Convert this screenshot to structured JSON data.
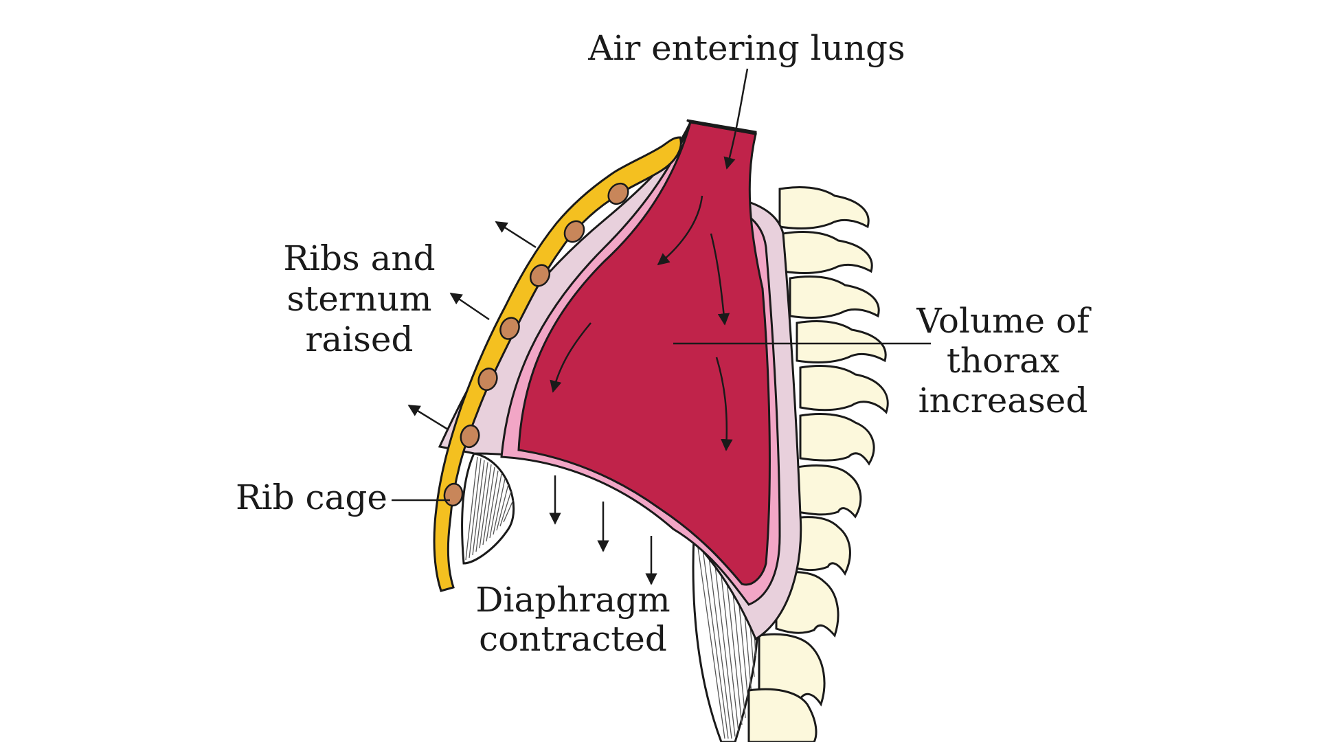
{
  "labels": {
    "air_entering": "Air entering lungs",
    "ribs_raised": [
      "Ribs and",
      "sternum",
      "raised"
    ],
    "volume": [
      "Volume of",
      "thorax",
      "increased"
    ],
    "rib_cage": "Rib cage",
    "diaphragm": [
      "Diaphragm",
      "contracted"
    ]
  },
  "colors": {
    "lung": "#c0234a",
    "pleura_outer": "#e8d0dc",
    "pleura_inner": "#f2a6c6",
    "rib_cage": "#f4c020",
    "rib_nodule": "#c8865a",
    "vertebra": "#fcf8dc",
    "outline": "#1a1a1a"
  }
}
